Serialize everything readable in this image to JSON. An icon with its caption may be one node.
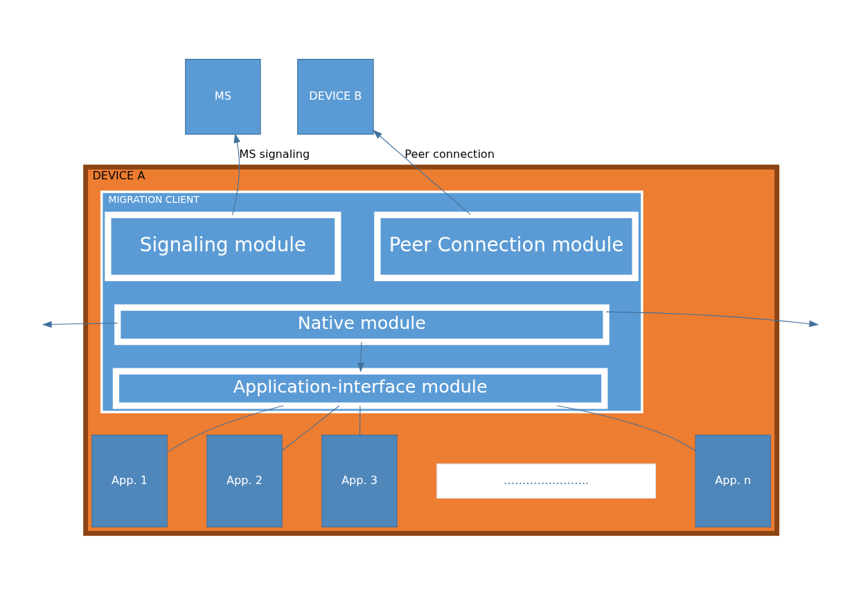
{
  "diagram": {
    "nodes": [
      {
        "text": [
          "MS"
        ]
      },
      {
        "text": [
          "DEVICE A"
        ]
      },
      {
        "text": [
          "MIGRATION CLIENT"
        ],
        "in": 1
      },
      {
        "text": [
          "Signaling module"
        ],
        "in": 2
      },
      {
        "text": [
          "Peer Connection module"
        ],
        "in": 2
      },
      {
        "text": [
          "Native module"
        ],
        "in": 2
      },
      {
        "text": [
          "Application-interface module"
        ],
        "in": 2
      },
      {
        "text": [
          "App. 1"
        ],
        "in": 1
      },
      {
        "text": [
          "App. 2"
        ],
        "in": 1
      },
      {
        "text": [
          "App. 3"
        ],
        "in": 1
      },
      {
        "text": [
          "………………….."
        ],
        "in": 1
      },
      {
        "text": [
          "App. n"
        ],
        "in": 1
      },
      {
        "text": [
          "DEVICE B"
        ]
      }
    ],
    "edges": [
      {
        "from": 3,
        "to": 0,
        "arrow": "to",
        "label": "MS signaling"
      },
      {
        "from": 4,
        "to": 12,
        "arrow": "to",
        "label": "Peer connection"
      },
      {
        "from": 5,
        "to": null,
        "arrow": "to"
      },
      {
        "from": 5,
        "to": null,
        "arrow": "to"
      },
      {
        "from": 5,
        "to": 6,
        "arrow": "to"
      },
      {
        "from": 7,
        "to": 6,
        "arrow": "none"
      },
      {
        "from": 8,
        "to": 6,
        "arrow": "none"
      },
      {
        "from": 9,
        "to": 6,
        "arrow": "none"
      },
      {
        "from": 11,
        "to": 6,
        "arrow": "none"
      }
    ]
  }
}
